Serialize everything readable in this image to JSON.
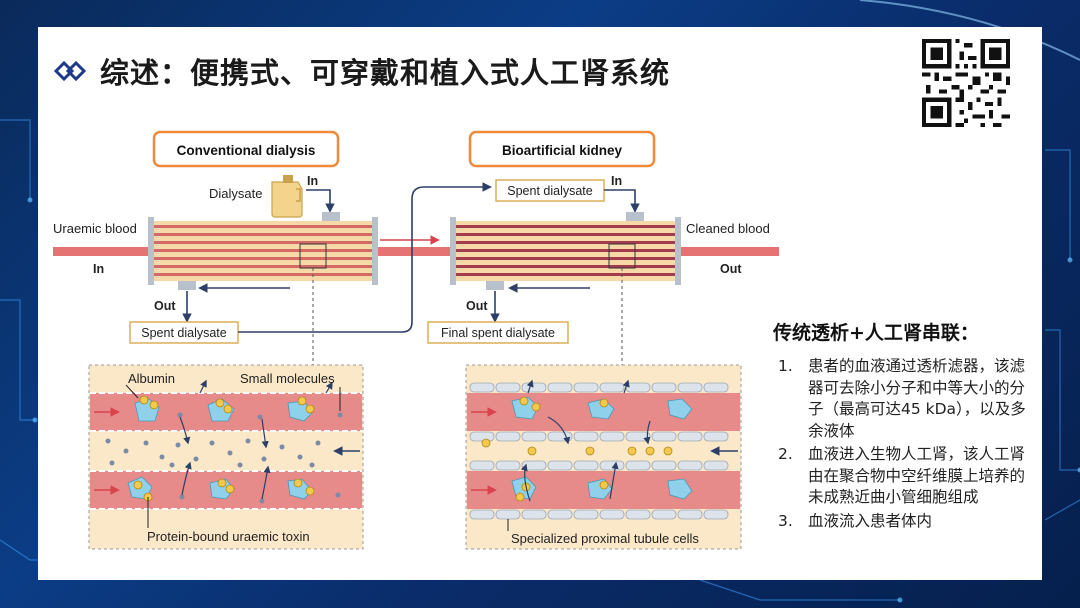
{
  "slide": {
    "title": "综述：便携式、可穿戴和植入式人工肾系统"
  },
  "diagram": {
    "left_panel_title": "Conventional dialysis",
    "right_panel_title": "Bioartificial kidney",
    "dialysate_label": "Dialysate",
    "in_label": "In",
    "out_label": "Out",
    "uraemic_blood_label": "Uraemic blood",
    "cleaned_blood_label": "Cleaned blood",
    "spent_dialysate_label": "Spent dialysate",
    "spent_dialysate_in_label": "Spent dialysate",
    "final_spent_dialysate_label": "Final spent dialysate",
    "albumin_label": "Albumin",
    "small_molecules_label": "Small molecules",
    "protein_bound_label": "Protein-bound uraemic toxin",
    "proximal_cells_label": "Specialized proximal tubule cells",
    "colors": {
      "blood": "#e57373",
      "dialysate_bg": "#fbe8c8",
      "panel_border": "#f08a3a",
      "cartridge_stripe_light": "#f7d9a8",
      "cartridge_stripe_dark": "#c0484f",
      "albumin": "#8fd1ea",
      "toxin": "#f4c84a"
    }
  },
  "side": {
    "heading": "传统透析+人工肾串联：",
    "items": [
      {
        "num": "1.",
        "text": "患者的血液通过透析滤器，该滤器可去除小分子和中等大小的分子（最高可达45 kDa），以及多余液体"
      },
      {
        "num": "2.",
        "text": "血液进入生物人工肾，该人工肾由在聚合物中空纤维膜上培养的未成熟近曲小管细胞组成"
      },
      {
        "num": "3.",
        "text": "血液流入患者体内"
      }
    ]
  }
}
